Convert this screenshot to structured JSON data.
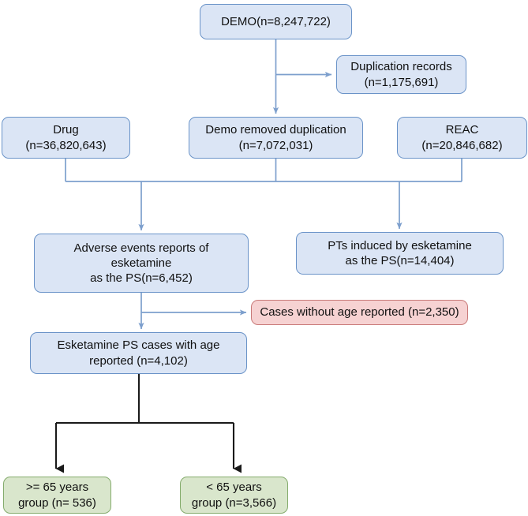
{
  "diagram": {
    "title": "Esketamine FAERS case selection flowchart",
    "colors": {
      "blue_fill": "#dbe5f5",
      "blue_border": "#6a93c8",
      "pink_fill": "#f6d2d2",
      "pink_border": "#c97a79",
      "green_fill": "#d9e6cc",
      "green_border": "#84ab6c",
      "blue_connector": "#7d9fcd",
      "black_connector": "#1a1a1a"
    },
    "nodes": {
      "demo": "DEMO(n=8,247,722)",
      "duplication_records": "Duplication records\n(n=1,175,691)",
      "drug": "Drug\n(n=36,820,643)",
      "demo_removed_duplication": "Demo removed duplication\n(n=7,072,031)",
      "reac": "REAC\n(n=20,846,682)",
      "adverse_events": "Adverse events reports of\nesketamine\nas the PS(n=6,452)",
      "pts_induced": "PTs induced by esketamine\nas the PS(n=14,404)",
      "cases_without_age": "Cases without age reported (n=2,350)",
      "cases_with_age": "Esketamine PS cases with age\nreported (n=4,102)",
      "group_ge_65": ">= 65 years\ngroup (n= 536)",
      "group_lt_65": "< 65 years\ngroup (n=3,566)"
    }
  }
}
